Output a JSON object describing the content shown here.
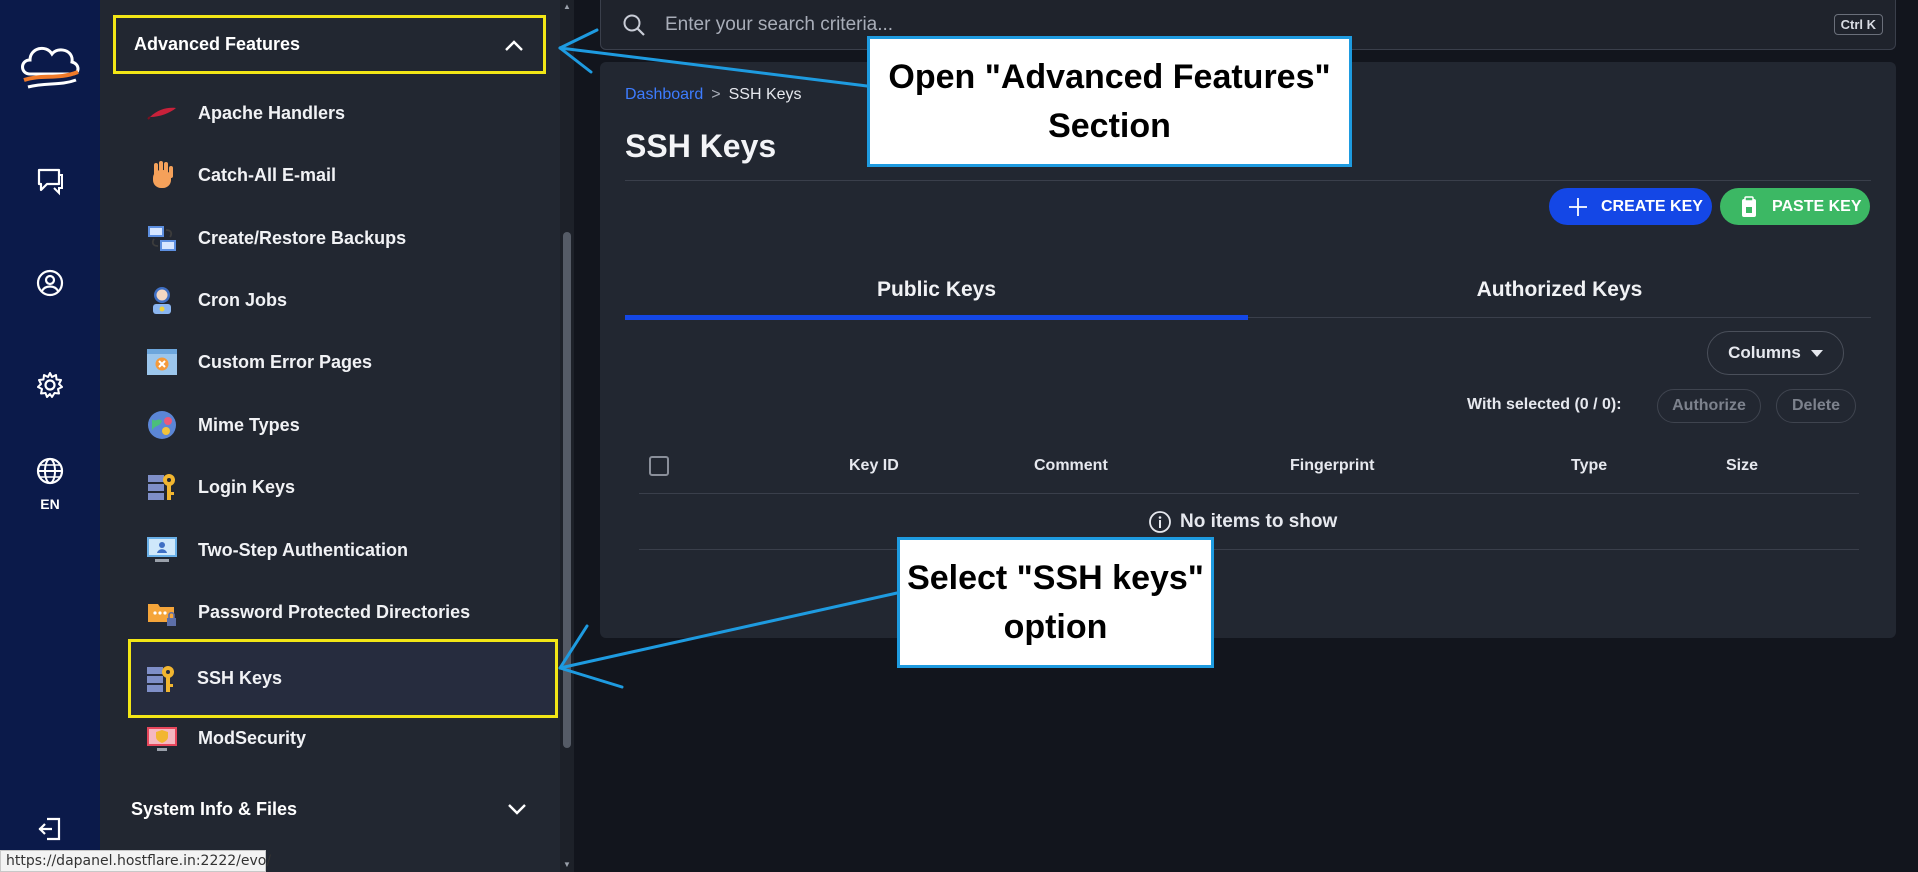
{
  "rail": {
    "language": "EN",
    "icons": [
      "cloud-logo-icon",
      "chat-icon",
      "user-circle-icon",
      "gear-icon",
      "globe-icon",
      "logout-icon"
    ]
  },
  "sidebar": {
    "open_section": "Advanced Features",
    "items": [
      {
        "label": "Apache Handlers",
        "icon": "feather-icon"
      },
      {
        "label": "Catch-All E-mail",
        "icon": "hand-icon"
      },
      {
        "label": "Create/Restore Backups",
        "icon": "backup-icon"
      },
      {
        "label": "Cron Jobs",
        "icon": "robot-icon"
      },
      {
        "label": "Custom Error Pages",
        "icon": "error-page-icon"
      },
      {
        "label": "Mime Types",
        "icon": "mime-icon"
      },
      {
        "label": "Login Keys",
        "icon": "server-key-icon"
      },
      {
        "label": "Two-Step Authentication",
        "icon": "two-step-icon"
      },
      {
        "label": "Password Protected Directories",
        "icon": "locked-folder-icon"
      },
      {
        "label": "SSH Keys",
        "icon": "server-key-icon"
      },
      {
        "label": "ModSecurity",
        "icon": "shield-monitor-icon"
      }
    ],
    "closed_section": "System Info & Files"
  },
  "search": {
    "placeholder": "Enter your search criteria...",
    "shortcut": "Ctrl K"
  },
  "breadcrumb": {
    "root": "Dashboard",
    "separator": ">",
    "current": "SSH Keys"
  },
  "page": {
    "title": "SSH Keys",
    "create_label": "CREATE KEY",
    "paste_label": "PASTE KEY"
  },
  "tabs": [
    {
      "label": "Public Keys",
      "active": true
    },
    {
      "label": "Authorized Keys",
      "active": false
    }
  ],
  "table": {
    "columns_button": "Columns",
    "with_selected": "With selected (0 / 0):",
    "authorize_label": "Authorize",
    "delete_label": "Delete",
    "headers": [
      "Key ID",
      "Comment",
      "Fingerprint",
      "Type",
      "Size"
    ],
    "empty_text": "No items to show"
  },
  "callouts": {
    "top": [
      "Open \"Advanced Features\"",
      "Section"
    ],
    "bottom": [
      "Select \"SSH keys\"",
      "option"
    ]
  },
  "status_url": "https://dapanel.hostflare.in:2222/evo/",
  "colors": {
    "rail_bg": "#0b1a4a",
    "sidebar_bg": "#222731",
    "highlight": "#f2e616",
    "callout_border": "#1e9be0",
    "primary": "#1447e6",
    "success": "#3cb864",
    "link": "#3d7cff"
  }
}
